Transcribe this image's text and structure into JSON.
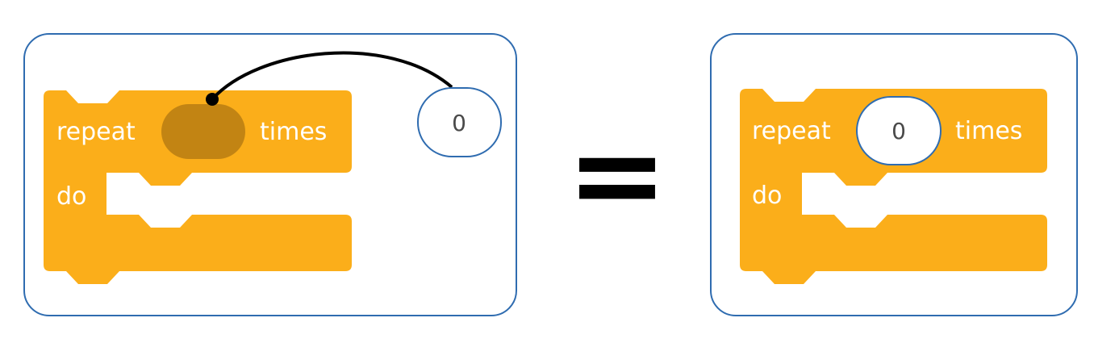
{
  "left_block": {
    "keyword_repeat": "repeat",
    "keyword_times": "times",
    "keyword_do": "do"
  },
  "loose_value": {
    "value": "0"
  },
  "equals_symbol": "=",
  "right_block": {
    "keyword_repeat": "repeat",
    "keyword_times": "times",
    "keyword_do": "do",
    "value": "0"
  },
  "colors": {
    "block": "#FBAE1A",
    "empty_slot": "#C28413",
    "panel_border": "#2F6CB0",
    "value_border": "#2F6CB0",
    "connector": "#000000"
  }
}
